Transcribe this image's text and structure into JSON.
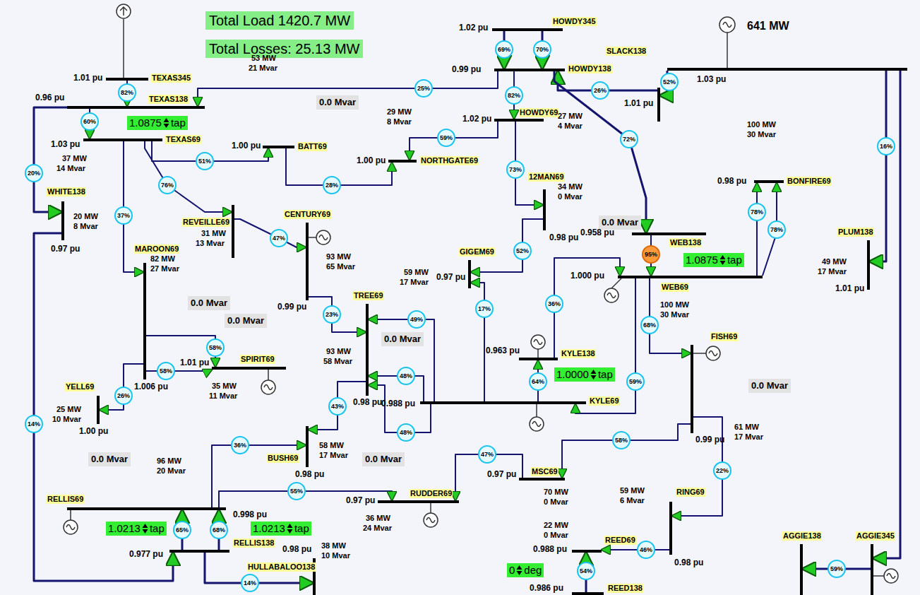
{
  "diagram": {
    "nodes": [
      {
        "text": [
          "Total Load 1420.7 MW"
        ]
      },
      {
        "text": [
          "Total Losses: 25.13 MW"
        ]
      },
      {
        "text": [
          "HOWDY345",
          "1.02 pu"
        ]
      },
      {
        "text": [
          "1.03 pu"
        ]
      },
      {
        "text": [
          "TEXAS345",
          "1.01 pu"
        ]
      },
      {
        "text": [
          "SLACK138",
          "1.01 pu"
        ]
      },
      {
        "text": [
          "HOWDY138",
          "0.99 pu"
        ]
      },
      {
        "text": [
          "TEXAS138",
          "0.96 pu"
        ]
      },
      {
        "text": [
          "0.0 Mvar"
        ]
      },
      {
        "text": [
          "HOWDY69",
          "1.02 pu"
        ]
      },
      {
        "text": [
          "1.0875",
          "tap"
        ]
      },
      {
        "text": [
          "TEXAS69",
          "1.03 pu"
        ]
      },
      {
        "text": [
          "BATT69",
          "1.00 pu"
        ]
      },
      {
        "text": [
          "NORTHGATE69",
          "1.00 pu"
        ]
      },
      {
        "text": [
          "BONFIRE69",
          "0.98 pu"
        ]
      },
      {
        "text": [
          "12MAN69",
          "0.98 pu"
        ]
      },
      {
        "text": [
          "WHITE138",
          "0.97 pu"
        ]
      },
      {
        "text": [
          "REVEILLE69"
        ]
      },
      {
        "text": [
          "CENTURY69",
          "0.99 pu"
        ]
      },
      {
        "text": [
          "0.0 Mvar"
        ]
      },
      {
        "text": [
          "WEB138",
          "0.958 pu"
        ]
      },
      {
        "text": [
          "PLUM138",
          "1.01 pu"
        ]
      },
      {
        "text": [
          "MAROON69",
          "1.006 pu"
        ]
      },
      {
        "text": [
          "GIGEM69",
          "0.97 pu"
        ]
      },
      {
        "text": [
          "0.0 Mvar"
        ]
      },
      {
        "text": [
          "1.0875",
          "tap"
        ]
      },
      {
        "text": [
          "WEB69",
          "1.000 pu"
        ]
      },
      {
        "text": [
          "0.0 Mvar"
        ]
      },
      {
        "text": [
          "TREE69",
          "0.98 pu"
        ]
      },
      {
        "text": [
          "0.0 Mvar"
        ]
      },
      {
        "text": [
          "FISH69",
          "0.99 pu"
        ]
      },
      {
        "text": [
          "KYLE138",
          "0.963 pu"
        ]
      },
      {
        "text": [
          "1.0000",
          "tap"
        ]
      },
      {
        "text": [
          "SPIRIT69",
          "1.01 pu"
        ]
      },
      {
        "text": [
          "0.0 Mvar"
        ]
      },
      {
        "text": [
          "YELL69",
          "1.00 pu"
        ]
      },
      {
        "text": [
          "KYLE69",
          "0.988 pu"
        ]
      },
      {
        "text": [
          "0.0 Mvar"
        ]
      },
      {
        "text": [
          "BUSH69",
          "0.98 pu"
        ]
      },
      {
        "text": [
          "0.0 Mvar"
        ]
      },
      {
        "text": [
          "MSC69",
          "0.97 pu"
        ]
      },
      {
        "text": [
          "RING69",
          "0.98 pu"
        ]
      },
      {
        "text": [
          "RELLIS69",
          "0.998 pu"
        ]
      },
      {
        "text": [
          "RUDDER69",
          "0.97 pu"
        ]
      },
      {
        "text": [
          "1.0213",
          "tap"
        ]
      },
      {
        "text": [
          "1.0213",
          "tap"
        ]
      },
      {
        "text": [
          "RELLIS138",
          "0.977 pu"
        ]
      },
      {
        "text": [
          "HULLABALOO138",
          "0.98 pu"
        ]
      },
      {
        "text": [
          "REED69",
          "0.988 pu"
        ]
      },
      {
        "text": [
          "0",
          "deg"
        ]
      },
      {
        "text": [
          "AGGIE138"
        ]
      },
      {
        "text": [
          "AGGIE345"
        ]
      },
      {
        "text": [
          "REED138",
          "0.986 pu"
        ]
      }
    ],
    "edges": [
      {
        "from": 4,
        "to": 7,
        "arrow": "to",
        "label": "82%"
      },
      {
        "from": 6,
        "to": 7,
        "arrow": "to",
        "label": "25%"
      },
      {
        "from": 7,
        "to": 11,
        "arrow": "to",
        "label": "60%"
      },
      {
        "from": 7,
        "to": 16,
        "arrow": "to",
        "label": "20%"
      },
      {
        "from": 11,
        "to": 12,
        "arrow": "to",
        "label": "51%"
      },
      {
        "from": 11,
        "to": 17,
        "arrow": "to",
        "label": "76%"
      },
      {
        "from": 11,
        "to": 22,
        "arrow": "to",
        "label": "37%"
      },
      {
        "from": 17,
        "to": 18,
        "arrow": "to",
        "label": "47%"
      },
      {
        "from": 12,
        "to": 13,
        "arrow": "to",
        "label": "28%"
      },
      {
        "from": 9,
        "to": 13,
        "arrow": "to",
        "label": "59%"
      },
      {
        "from": 2,
        "to": 6,
        "arrow": "to",
        "label": "69%"
      },
      {
        "from": 2,
        "to": 6,
        "arrow": "to",
        "label": "70%"
      },
      {
        "from": 6,
        "to": 9,
        "arrow": "to",
        "label": "82%"
      },
      {
        "from": 5,
        "to": 6,
        "arrow": "to",
        "label": "26%"
      },
      {
        "from": 3,
        "to": 5,
        "arrow": "to",
        "label": "52%"
      },
      {
        "from": 6,
        "to": 20,
        "arrow": "to",
        "label": "72%"
      },
      {
        "from": 9,
        "to": 15,
        "arrow": "to",
        "label": "73%"
      },
      {
        "from": 15,
        "to": 23,
        "arrow": "to",
        "label": "52%"
      },
      {
        "from": 20,
        "to": 26,
        "arrow": "to",
        "label": "95%"
      },
      {
        "from": 26,
        "to": 14,
        "arrow": "to",
        "label": "78%"
      },
      {
        "from": 26,
        "to": 14,
        "arrow": "to",
        "label": "78%"
      },
      {
        "from": 3,
        "to": 21,
        "arrow": "to",
        "label": "16%"
      },
      {
        "from": 31,
        "to": 26,
        "arrow": "to",
        "label": "36%"
      },
      {
        "from": 36,
        "to": 31,
        "arrow": "to",
        "label": "64%"
      },
      {
        "from": 36,
        "to": 23,
        "arrow": "to",
        "label": "17%"
      },
      {
        "from": 36,
        "to": 28,
        "arrow": "to",
        "label": "49%"
      },
      {
        "from": 36,
        "to": 28,
        "arrow": "to",
        "label": "48%"
      },
      {
        "from": 36,
        "to": 28,
        "arrow": "to",
        "label": "48%"
      },
      {
        "from": 18,
        "to": 28,
        "arrow": "to",
        "label": "23%"
      },
      {
        "from": 28,
        "to": 38,
        "arrow": "to",
        "label": "43%"
      },
      {
        "from": 42,
        "to": 38,
        "arrow": "to",
        "label": "36%"
      },
      {
        "from": 42,
        "to": 43,
        "arrow": "to",
        "label": "55%"
      },
      {
        "from": 40,
        "to": 43,
        "arrow": "to",
        "label": "47%"
      },
      {
        "from": 22,
        "to": 33,
        "arrow": "to",
        "label": "58%"
      },
      {
        "from": 22,
        "to": 33,
        "arrow": "to",
        "label": "58%"
      },
      {
        "from": 22,
        "to": 35,
        "arrow": "to",
        "label": "26%"
      },
      {
        "from": 16,
        "to": 46,
        "arrow": "to",
        "label": "14%"
      },
      {
        "from": 46,
        "to": 42,
        "arrow": "to",
        "label": "65%"
      },
      {
        "from": 46,
        "to": 42,
        "arrow": "to",
        "label": "68%"
      },
      {
        "from": 46,
        "to": 47,
        "arrow": "to",
        "label": "14%"
      },
      {
        "from": 26,
        "to": 36,
        "arrow": "to",
        "label": "59%"
      },
      {
        "from": 26,
        "to": 30,
        "arrow": "to",
        "label": "68%"
      },
      {
        "from": 30,
        "to": 40,
        "arrow": "to",
        "label": "58%"
      },
      {
        "from": 30,
        "to": 41,
        "arrow": "to",
        "label": "22%"
      },
      {
        "from": 41,
        "to": 48,
        "arrow": "to",
        "label": "46%"
      },
      {
        "from": 52,
        "to": 48,
        "arrow": "to",
        "label": "54%"
      },
      {
        "from": 51,
        "to": 50,
        "arrow": "to",
        "label": "59%"
      },
      {
        "from": 3,
        "to": 51,
        "arrow": "to"
      }
    ],
    "labels": [
      "641 MW",
      "37 MW",
      "14 Mvar",
      "53 MW",
      "21 Mvar",
      "29 MW",
      "8 Mvar",
      "27 MW",
      "4 Mvar",
      "34 MW",
      "0 Mvar",
      "100 MW",
      "30 Mvar",
      "20 MW",
      "8 Mvar",
      "31 MW",
      "13 Mvar",
      "93 MW",
      "65 Mvar",
      "82 MW",
      "27 Mvar",
      "59 MW",
      "17 Mvar",
      "49 MW",
      "17 Mvar",
      "100 MW",
      "30 Mvar",
      "93 MW",
      "58 Mvar",
      "35 MW",
      "11 Mvar",
      "61 MW",
      "17 Mvar",
      "25 MW",
      "10 Mvar",
      "96 MW",
      "20 Mvar",
      "58 MW",
      "17 Mvar",
      "36 MW",
      "24 Mvar",
      "70 MW",
      "0 Mvar",
      "59 MW",
      "6 Mvar",
      "38 MW",
      "10 Mvar",
      "22 MW",
      "0 Mvar"
    ]
  }
}
